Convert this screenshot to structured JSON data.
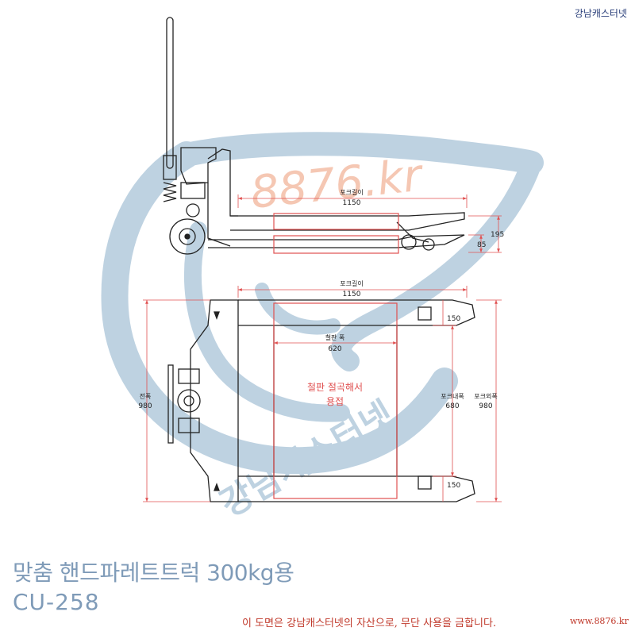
{
  "brand": "강남캐스터넷",
  "watermark": {
    "domain": "8876.kr",
    "company": "강남캐스터넷"
  },
  "side_view": {
    "fork_length_label": "포크길이",
    "fork_length_value": "1150",
    "height_high": "195",
    "height_low": "85"
  },
  "top_view": {
    "fork_length_label": "포크길이",
    "fork_length_value": "1150",
    "plate_width_label": "철판 폭",
    "plate_width_value": "620",
    "note_line1": "철판 절곡해서",
    "note_line2": "용접",
    "total_width_label": "전폭",
    "total_width_value": "980",
    "fork_inner_label": "포크내폭",
    "fork_inner_value": "680",
    "fork_outer_label": "포크외폭",
    "fork_outer_value": "980",
    "fork_width_top": "150",
    "fork_width_bottom": "150"
  },
  "title": "맞춤 핸드파레트트럭 300kg용",
  "model": "CU-258",
  "footer": {
    "notice": "이 도면은 강남캐스터넷의 자산으로, 무단 사용을 금합니다.",
    "url": "www.8876.kr"
  },
  "colors": {
    "drawing": "#222222",
    "dimension": "#e05050",
    "watermark_blue": "#a9c4d8",
    "watermark_orange": "#f2b59a",
    "title": "#7f9bb8"
  }
}
